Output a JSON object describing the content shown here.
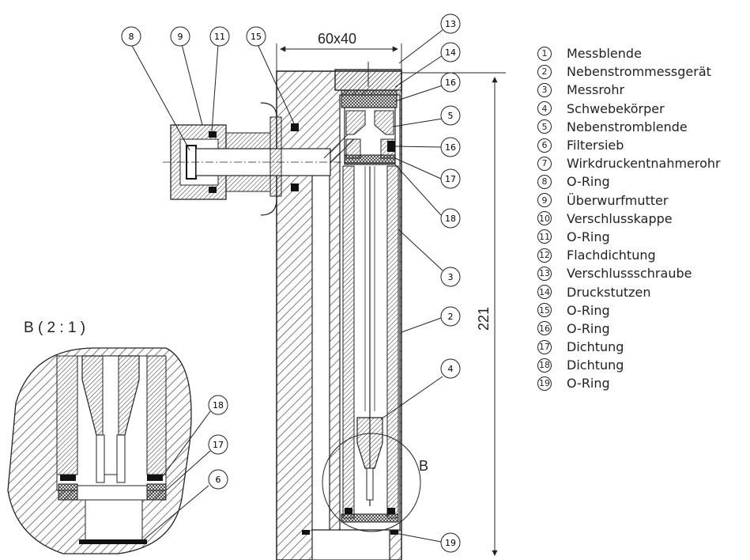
{
  "drawing": {
    "dimension_width": "60x40",
    "dimension_height": "221",
    "detail_view_label": "B ( 2 : 1 )",
    "detail_marker": "B",
    "callouts": [
      "13",
      "14",
      "16",
      "5",
      "16",
      "17",
      "18",
      "3",
      "2",
      "4",
      "19",
      "8",
      "9",
      "11",
      "15",
      "18",
      "17",
      "6"
    ]
  },
  "legend": [
    {
      "num": "1",
      "label": "Messblende"
    },
    {
      "num": "2",
      "label": "Nebenstrommessgerät"
    },
    {
      "num": "3",
      "label": "Messrohr"
    },
    {
      "num": "4",
      "label": "Schwebekörper"
    },
    {
      "num": "5",
      "label": "Nebenstromblende"
    },
    {
      "num": "6",
      "label": "Filtersieb"
    },
    {
      "num": "7",
      "label": "Wirkdruckentnahmerohr"
    },
    {
      "num": "8",
      "label": "O-Ring"
    },
    {
      "num": "9",
      "label": "Überwurfmutter"
    },
    {
      "num": "10",
      "label": "Verschlusskappe"
    },
    {
      "num": "11",
      "label": "O-Ring"
    },
    {
      "num": "12",
      "label": "Flachdichtung"
    },
    {
      "num": "13",
      "label": "Verschlussschraube"
    },
    {
      "num": "14",
      "label": "Druckstutzen"
    },
    {
      "num": "15",
      "label": "O-Ring"
    },
    {
      "num": "16",
      "label": "O-Ring"
    },
    {
      "num": "17",
      "label": "Dichtung"
    },
    {
      "num": "18",
      "label": "Dichtung"
    },
    {
      "num": "19",
      "label": "O-Ring"
    }
  ]
}
